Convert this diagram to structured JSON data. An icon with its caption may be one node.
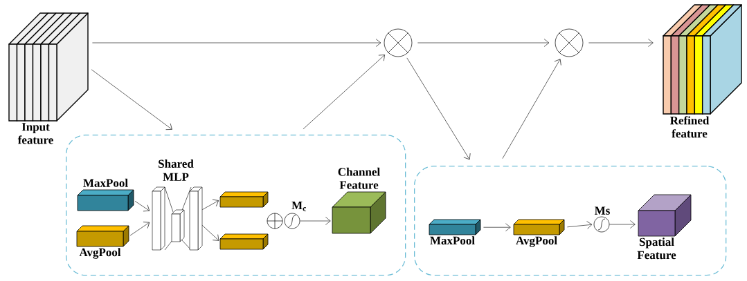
{
  "diagram": {
    "nodes": [
      {
        "text": [
          "Input feature"
        ]
      },
      {
        "text": [],
        "shape": "circle"
      },
      {
        "text": [],
        "shape": "circle"
      },
      {
        "text": [
          "Refined feature"
        ]
      },
      {
        "text": [],
        "shape": "box"
      },
      {
        "text": [
          "MaxPool"
        ],
        "in": 4
      },
      {
        "text": [
          "AvgPool"
        ],
        "in": 4
      },
      {
        "text": [
          "Shared MLP"
        ],
        "in": 4
      },
      {
        "text": [],
        "shape": "box",
        "in": 4
      },
      {
        "text": [],
        "shape": "box",
        "in": 4
      },
      {
        "text": [],
        "shape": "circle",
        "in": 4
      },
      {
        "text": [
          "M$_{c}$"
        ],
        "in": 4
      },
      {
        "text": [
          "Channel Feature"
        ],
        "in": 4
      },
      {
        "text": [],
        "shape": "box"
      },
      {
        "text": [
          "MaxPool"
        ],
        "in": 13
      },
      {
        "text": [
          "AvgPool"
        ],
        "in": 13
      },
      {
        "text": [
          "Ms"
        ],
        "in": 13
      },
      {
        "text": [
          "Spatial Feature"
        ],
        "in": 13
      }
    ],
    "edges": [
      {
        "from": 0,
        "to": 1,
        "arrow": "to"
      },
      {
        "from": 0,
        "to": 4,
        "arrow": "to"
      },
      {
        "from": 4,
        "to": 1,
        "arrow": "to"
      },
      {
        "from": 1,
        "to": 2,
        "arrow": "to"
      },
      {
        "from": 1,
        "to": 13,
        "arrow": "to"
      },
      {
        "from": 13,
        "to": 2,
        "arrow": "to"
      },
      {
        "from": 2,
        "to": 3,
        "arrow": "to"
      },
      {
        "from": 5,
        "to": 7,
        "arrow": "to"
      },
      {
        "from": 6,
        "to": 7,
        "arrow": "to"
      },
      {
        "from": 7,
        "to": 8,
        "arrow": "to"
      },
      {
        "from": 7,
        "to": 9,
        "arrow": "to"
      },
      {
        "from": 11,
        "to": 12,
        "arrow": "to"
      },
      {
        "from": 14,
        "to": 15,
        "arrow": "to"
      },
      {
        "from": 15,
        "to": 16,
        "arrow": "to"
      },
      {
        "from": 16,
        "to": 17,
        "arrow": "to"
      }
    ]
  }
}
